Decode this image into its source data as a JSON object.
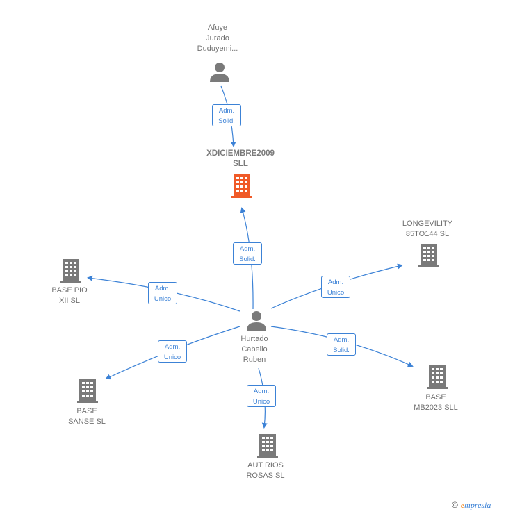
{
  "colors": {
    "edge": "#3c82d6",
    "person_icon": "#7a7a7a",
    "company_icon": "#7a7a7a",
    "focus_company_icon": "#f05a28",
    "label": "#707070"
  },
  "nodes": {
    "person_top": {
      "label": "Afuye\nJurado\nDuduyemi...",
      "icon": "person-icon"
    },
    "company_main": {
      "label": "XDICIEMBRE2009\nSLL",
      "icon": "building-icon"
    },
    "person_center": {
      "label": "Hurtado\nCabello\nRuben",
      "icon": "person-icon"
    },
    "company_longevility": {
      "label": "LONGEVILITY\n85TO144  SL",
      "icon": "building-icon"
    },
    "company_basepio": {
      "label": "BASE PIO\nXII  SL",
      "icon": "building-icon"
    },
    "company_basesanse": {
      "label": "BASE\nSANSE  SL",
      "icon": "building-icon"
    },
    "company_autrios": {
      "label": "AUT RIOS\nROSAS  SL",
      "icon": "building-icon"
    },
    "company_basemb": {
      "label": "BASE\nMB2023  SLL",
      "icon": "building-icon"
    }
  },
  "edges": {
    "top_to_main": "Adm.\nSolid.",
    "center_to_main": "Adm.\nSolid.",
    "center_to_basepio": "Adm.\nUnico",
    "center_to_longevility": "Adm.\nUnico",
    "center_to_basesanse": "Adm.\nUnico",
    "center_to_basemb": "Adm.\nSolid.",
    "center_to_autrios": "Adm.\nUnico"
  },
  "footer": {
    "copyright": "©",
    "brand_initial": "e",
    "brand_rest": "mpresia"
  }
}
